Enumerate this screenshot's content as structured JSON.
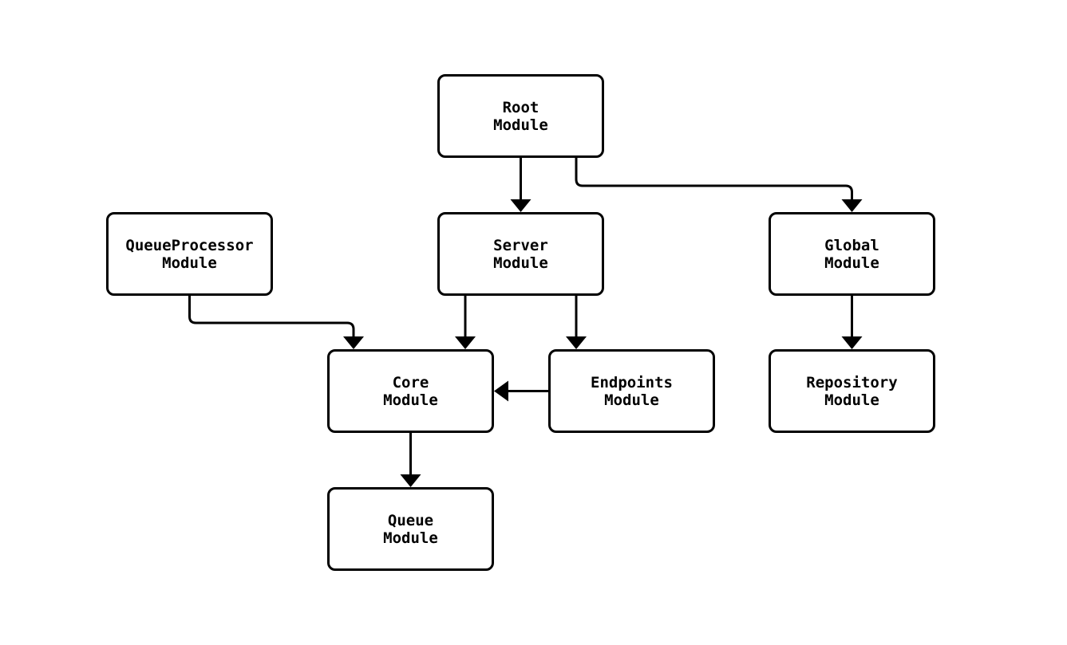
{
  "diagram": {
    "type": "flowchart",
    "direction": "top-down",
    "nodes": {
      "root": {
        "id": "root",
        "label": "Root\nModule"
      },
      "server": {
        "id": "server",
        "label": "Server\nModule"
      },
      "global": {
        "id": "global",
        "label": "Global\nModule"
      },
      "queueprocessor": {
        "id": "queueprocessor",
        "label": "QueueProcessor\nModule"
      },
      "core": {
        "id": "core",
        "label": "Core\nModule"
      },
      "endpoints": {
        "id": "endpoints",
        "label": "Endpoints\nModule"
      },
      "repository": {
        "id": "repository",
        "label": "Repository\nModule"
      },
      "queue": {
        "id": "queue",
        "label": "Queue\nModule"
      }
    },
    "edges": [
      {
        "from": "Root Module",
        "to": "Server Module"
      },
      {
        "from": "Root Module",
        "to": "Global Module"
      },
      {
        "from": "QueueProcessor Module",
        "to": "Core Module"
      },
      {
        "from": "Server Module",
        "to": "Core Module"
      },
      {
        "from": "Server Module",
        "to": "Endpoints Module"
      },
      {
        "from": "Endpoints Module",
        "to": "Core Module"
      },
      {
        "from": "Global Module",
        "to": "Repository Module"
      },
      {
        "from": "Core Module",
        "to": "Queue Module"
      }
    ],
    "colors": {
      "background": "#ffffff",
      "node_fill": "#ffffff",
      "node_border": "#000000",
      "edge": "#000000",
      "text": "#000000"
    }
  }
}
